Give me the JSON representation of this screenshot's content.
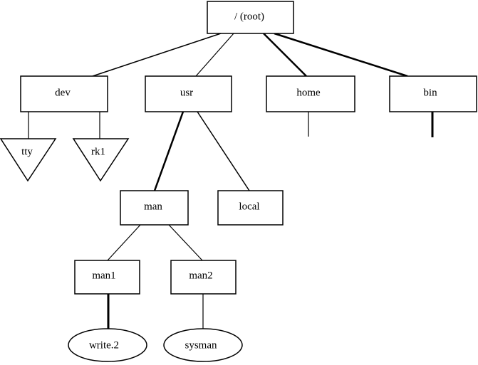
{
  "nodes": {
    "root": "/ (root)",
    "dev": "dev",
    "usr": "usr",
    "home": "home",
    "bin": "bin",
    "tty": "tty",
    "rk1": "rk1",
    "man": "man",
    "local": "local",
    "man1": "man1",
    "man2": "man2",
    "write2": "write.2",
    "sysman": "sysman"
  },
  "colors": {
    "line": "#000000",
    "fill": "#ffffff"
  }
}
